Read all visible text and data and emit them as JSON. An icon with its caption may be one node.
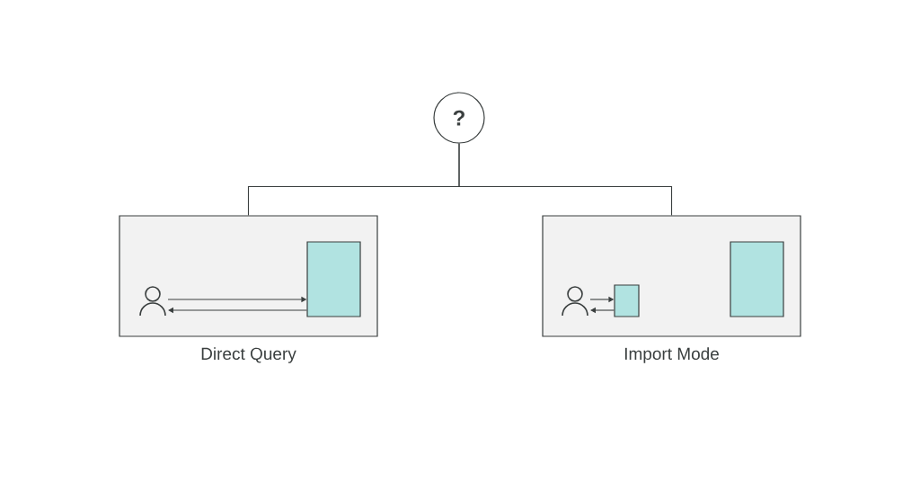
{
  "diagram": {
    "nodes": [
      {
        "text": [
          "?"
        ]
      },
      {
        "text": [
          "Direct Query"
        ]
      },
      {
        "text": [],
        "shape": "person",
        "in": 1
      },
      {
        "text": [],
        "shape": "box",
        "in": 1
      },
      {
        "text": [
          "Import Mode"
        ]
      },
      {
        "text": [],
        "shape": "person",
        "in": 4
      },
      {
        "text": [],
        "shape": "box",
        "in": 4
      },
      {
        "text": [],
        "shape": "box",
        "in": 4
      }
    ],
    "edges": [
      {
        "from": 0,
        "to": 1,
        "arrow": "none"
      },
      {
        "from": 0,
        "to": 4,
        "arrow": "none"
      },
      {
        "from": 2,
        "to": 3,
        "arrow": "to"
      },
      {
        "from": 3,
        "to": 2,
        "arrow": "to"
      },
      {
        "from": 5,
        "to": 6,
        "arrow": "to"
      },
      {
        "from": 6,
        "to": 5,
        "arrow": "to"
      }
    ]
  }
}
